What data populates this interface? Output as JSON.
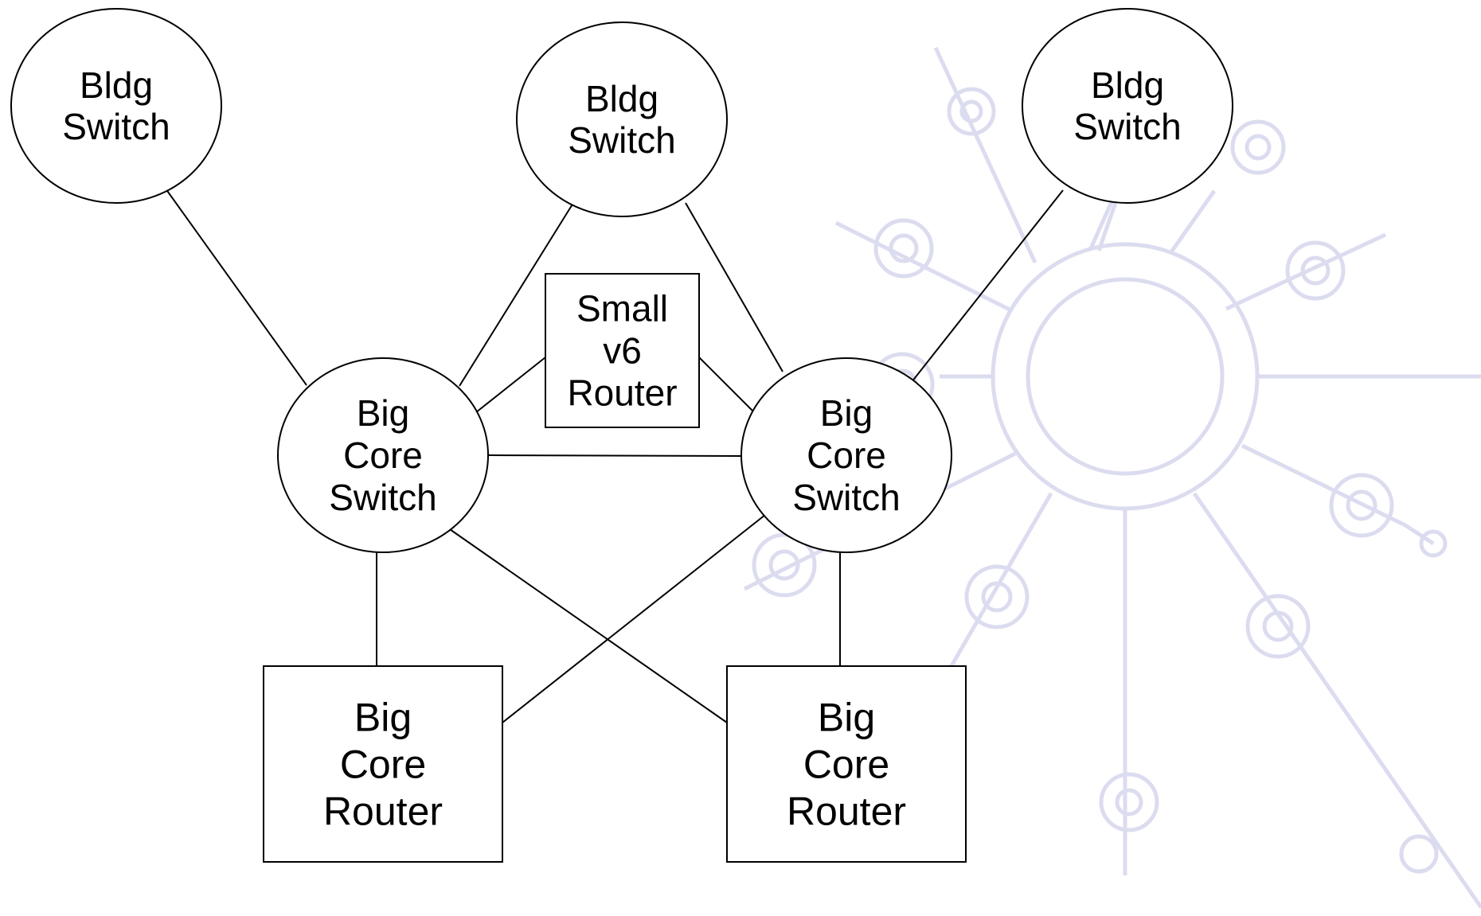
{
  "diagram": {
    "background_motif": {
      "name": "network-hub-watermark-icon",
      "color": "#dcdcf0"
    },
    "nodes": [
      {
        "id": "bldg-switch-1",
        "shape": "ellipse",
        "lines": [
          "Bldg",
          "Switch"
        ]
      },
      {
        "id": "bldg-switch-2",
        "shape": "ellipse",
        "lines": [
          "Bldg",
          "Switch"
        ]
      },
      {
        "id": "bldg-switch-3",
        "shape": "ellipse",
        "lines": [
          "Bldg",
          "Switch"
        ]
      },
      {
        "id": "small-v6-router",
        "shape": "rect",
        "lines": [
          "Small",
          "v6",
          "Router"
        ]
      },
      {
        "id": "big-core-switch-left",
        "shape": "ellipse",
        "lines": [
          "Big",
          "Core",
          "Switch"
        ]
      },
      {
        "id": "big-core-switch-right",
        "shape": "ellipse",
        "lines": [
          "Big",
          "Core",
          "Switch"
        ]
      },
      {
        "id": "big-core-router-left",
        "shape": "rect",
        "lines": [
          "Big",
          "Core",
          "Router"
        ]
      },
      {
        "id": "big-core-router-right",
        "shape": "rect",
        "lines": [
          "Big",
          "Core",
          "Router"
        ]
      }
    ],
    "edges": [
      {
        "from": "bldg-switch-1",
        "to": "big-core-switch-left"
      },
      {
        "from": "bldg-switch-2",
        "to": "big-core-switch-left"
      },
      {
        "from": "bldg-switch-2",
        "to": "big-core-switch-right"
      },
      {
        "from": "bldg-switch-3",
        "to": "big-core-switch-right"
      },
      {
        "from": "small-v6-router",
        "to": "big-core-switch-left"
      },
      {
        "from": "small-v6-router",
        "to": "big-core-switch-right"
      },
      {
        "from": "big-core-switch-left",
        "to": "big-core-switch-right"
      },
      {
        "from": "big-core-switch-left",
        "to": "big-core-router-left"
      },
      {
        "from": "big-core-switch-left",
        "to": "big-core-router-right"
      },
      {
        "from": "big-core-switch-right",
        "to": "big-core-router-left"
      },
      {
        "from": "big-core-switch-right",
        "to": "big-core-router-right"
      }
    ]
  }
}
